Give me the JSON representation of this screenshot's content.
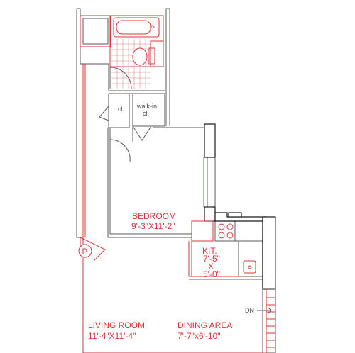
{
  "plan": {
    "rooms": {
      "bedroom": {
        "name": "BEDROOM",
        "size": "9'-3\"X11'-2\""
      },
      "kitchen": {
        "name": "KIT.",
        "dim1": "7'-5\"",
        "sep": "X",
        "dim2": "5'-0\""
      },
      "living": {
        "name": "LIVING ROOM",
        "size": "11'-4\"X11'-4\""
      },
      "dining": {
        "name": "DINING AREA",
        "size": "7'-7\"x6'-10\""
      }
    },
    "closets": {
      "closet": "cl.",
      "walkin_line1": "walk-in",
      "walkin_line2": "cl."
    },
    "markers": {
      "parking": "P",
      "stair_down": "DN"
    },
    "colors": {
      "accent": "#d9373a",
      "wall": "#5a5a5a",
      "dark": "#1a1a1a"
    }
  }
}
